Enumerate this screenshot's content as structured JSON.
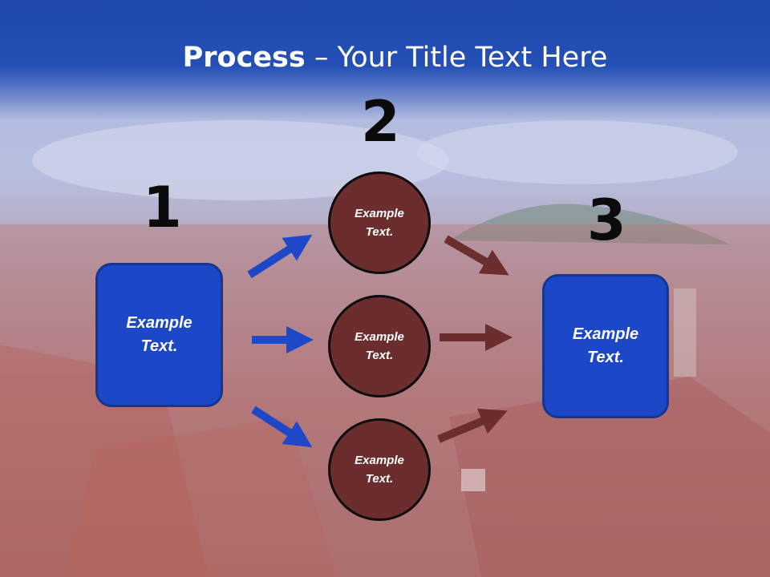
{
  "title": {
    "bold": "Process",
    "rest": " – Your Title Text Here"
  },
  "steps": {
    "num1": "1",
    "num2": "2",
    "num3": "3"
  },
  "boxes": {
    "left": {
      "line1": "Example",
      "line2": "Text."
    },
    "right": {
      "line1": "Example",
      "line2": "Text."
    }
  },
  "circles": [
    {
      "line1": "Example",
      "line2": "Text."
    },
    {
      "line1": "Example",
      "line2": "Text."
    },
    {
      "line1": "Example",
      "line2": "Text."
    }
  ],
  "colors": {
    "blue": "#1c47c6",
    "maroon": "#6b2d2d",
    "arrow_blue": "#1f48c9",
    "arrow_maroon": "#6b2d2d"
  }
}
